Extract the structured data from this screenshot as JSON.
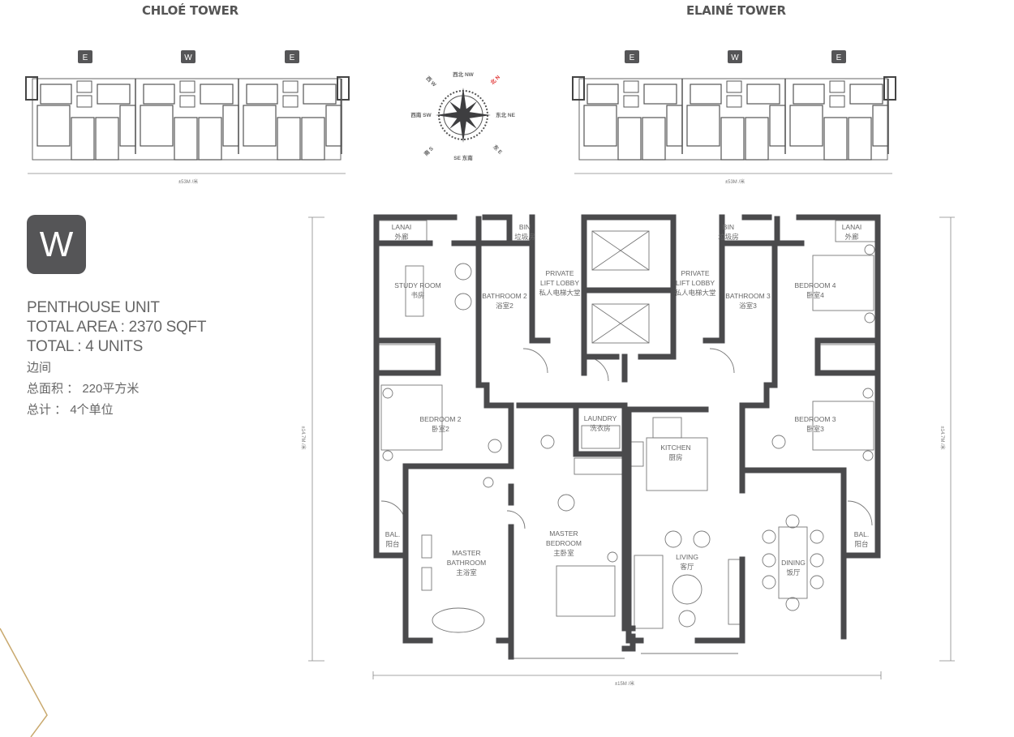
{
  "towers": [
    {
      "title": "CHLOÉ TOWER",
      "badges": [
        "E",
        "W",
        "E"
      ],
      "dimension": "±53M /米"
    },
    {
      "title": "ELAINÉ TOWER",
      "badges": [
        "E",
        "W",
        "E"
      ],
      "dimension": "±53M /米"
    }
  ],
  "unit": {
    "badge": "W",
    "type": "PENTHOUSE UNIT",
    "area": "TOTAL AREA : 2370 SQFT",
    "total": "TOTAL : 4 UNITS",
    "type_cn": "边间",
    "area_cn": "总面积 ： 220平方米",
    "total_cn": "总计 ： 4个单位"
  },
  "compass": {
    "n": "北 N",
    "ne": "东北 NE",
    "e": "东 E",
    "se": "SE 东南",
    "s": "南 S",
    "sw": "西南 SW",
    "w": "西 W",
    "nw": "西北 NW",
    "north_color": "#e03030"
  },
  "rooms": {
    "lanai_left": [
      "LANAI",
      "外廊"
    ],
    "lanai_right": [
      "LANAI",
      "外廊"
    ],
    "study": [
      "STUDY ROOM",
      "书房"
    ],
    "bathroom2": [
      "BATHROOM 2",
      "浴室2"
    ],
    "bin_left": [
      "BIN",
      "垃圾房"
    ],
    "bin_right": [
      "BIN",
      "垃圾房"
    ],
    "lobby_left": [
      "PRIVATE",
      "LIFT LOBBY",
      "私人电梯大堂"
    ],
    "lobby_right": [
      "PRIVATE",
      "LIFT LOBBY",
      "私人电梯大堂"
    ],
    "bathroom3": [
      "BATHROOM 3",
      "浴室3"
    ],
    "bedroom4": [
      "BEDROOM 4",
      "卧室4"
    ],
    "bedroom2": [
      "BEDROOM 2",
      "卧室2"
    ],
    "laundry": [
      "LAUNDRY",
      "洗衣房"
    ],
    "kitchen": [
      "KITCHEN",
      "厨房"
    ],
    "bedroom3": [
      "BEDROOM 3",
      "卧室3"
    ],
    "master_bath": [
      "MASTER",
      "BATHROOM",
      "主浴室"
    ],
    "master_bed": [
      "MASTER",
      "BEDROOM",
      "主卧室"
    ],
    "living": [
      "LIVING",
      "客厅"
    ],
    "dining": [
      "DINING",
      "饭厅"
    ],
    "bal_left": [
      "BAL.",
      "阳台"
    ],
    "bal_right": [
      "BAL.",
      "阳台"
    ]
  },
  "dimensions": {
    "width": "±15M /米",
    "depth": "±14.7M /米"
  },
  "colors": {
    "wall": "#4a4a4c",
    "badge": "#555557",
    "accent_line": "#c9a96e"
  }
}
